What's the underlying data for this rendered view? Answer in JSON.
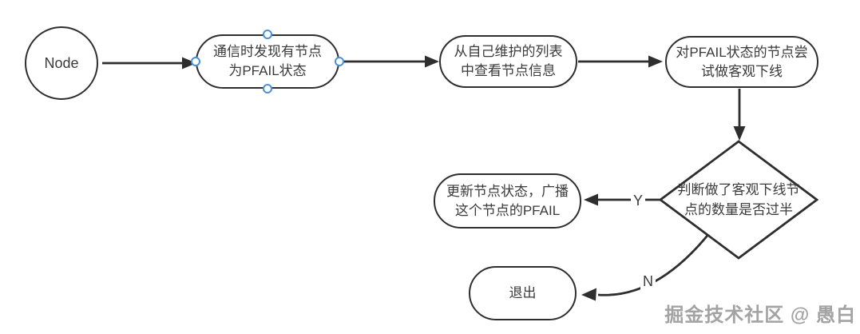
{
  "diagram": {
    "nodes": {
      "start": {
        "label": "Node"
      },
      "step1": {
        "label": "通信时发现有节点\n为PFAIL状态",
        "selected": true
      },
      "step2": {
        "label": "从自己维护的列表\n中查看节点信息"
      },
      "step3": {
        "label": "对PFAIL状态的节点尝\n试做客观下线"
      },
      "decision": {
        "label": "判断做了客观下线节\n点的数量是否过半"
      },
      "update": {
        "label": "更新节点状态，广播\n这个节点的PFAIL"
      },
      "exit": {
        "label": "退出"
      }
    },
    "edges": {
      "yes_label": "Y",
      "no_label": "N"
    }
  },
  "watermark": "掘金技术社区 @ 愚白",
  "colors": {
    "stroke": "#2e2e2e",
    "text": "#3a3a3a",
    "selection_handle": "#4a90d9",
    "watermark": "#a3a3a3",
    "background": "#ffffff"
  }
}
